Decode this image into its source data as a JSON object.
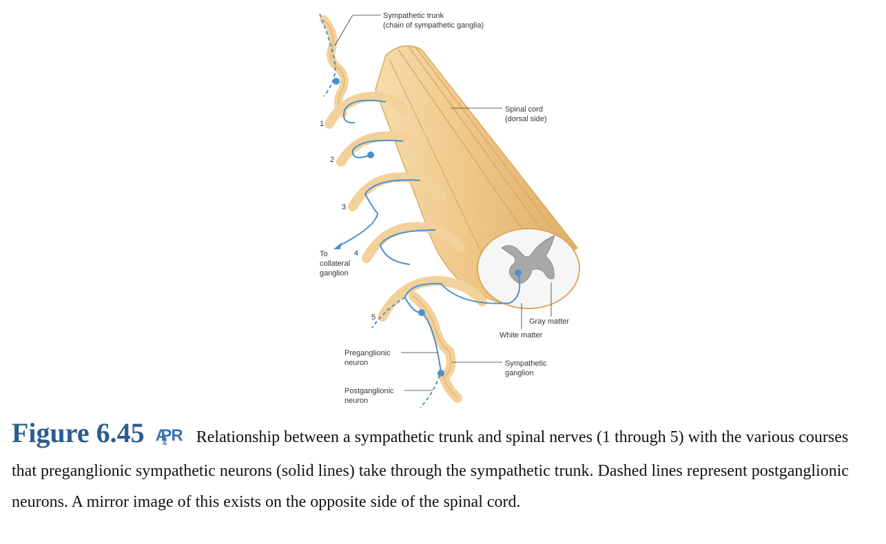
{
  "figure": {
    "labels": {
      "sympathetic_trunk": "Sympathetic trunk",
      "sympathetic_trunk_sub": "(chain of sympathetic ganglia)",
      "spinal_cord": "Spinal cord",
      "spinal_cord_sub": "(dorsal side)",
      "gray_matter": "Gray matter",
      "white_matter": "White matter",
      "sympathetic_ganglion_1": "Sympathetic",
      "sympathetic_ganglion_2": "ganglion",
      "preganglionic_1": "Preganglionic",
      "preganglionic_2": "neuron",
      "postganglionic_1": "Postganglionic",
      "postganglionic_2": "neuron",
      "to_collateral_1": "To",
      "to_collateral_2": "collateral",
      "to_collateral_3": "ganglion"
    },
    "nerve_numbers": [
      "1",
      "2",
      "3",
      "4",
      "5"
    ],
    "colors": {
      "nerve": "#f2d19b",
      "nerve_edge": "#d9a95e",
      "cord": "#efcb8e",
      "neuron": "#4a90cc",
      "gray_matter": "#a8a8a8",
      "white_matter": "#f6f6f6"
    }
  },
  "caption": {
    "figure_label": "Figure 6.45",
    "badge": "APR",
    "badge_amp": "&",
    "text": "Relationship between a sympathetic trunk and spinal nerves (1 through 5) with the various courses that preganglionic sympathetic neurons (solid lines) take through the sympathetic trunk. Dashed lines represent postganglionic neurons. A mirror image of this exists on the opposite side of the spinal cord."
  }
}
